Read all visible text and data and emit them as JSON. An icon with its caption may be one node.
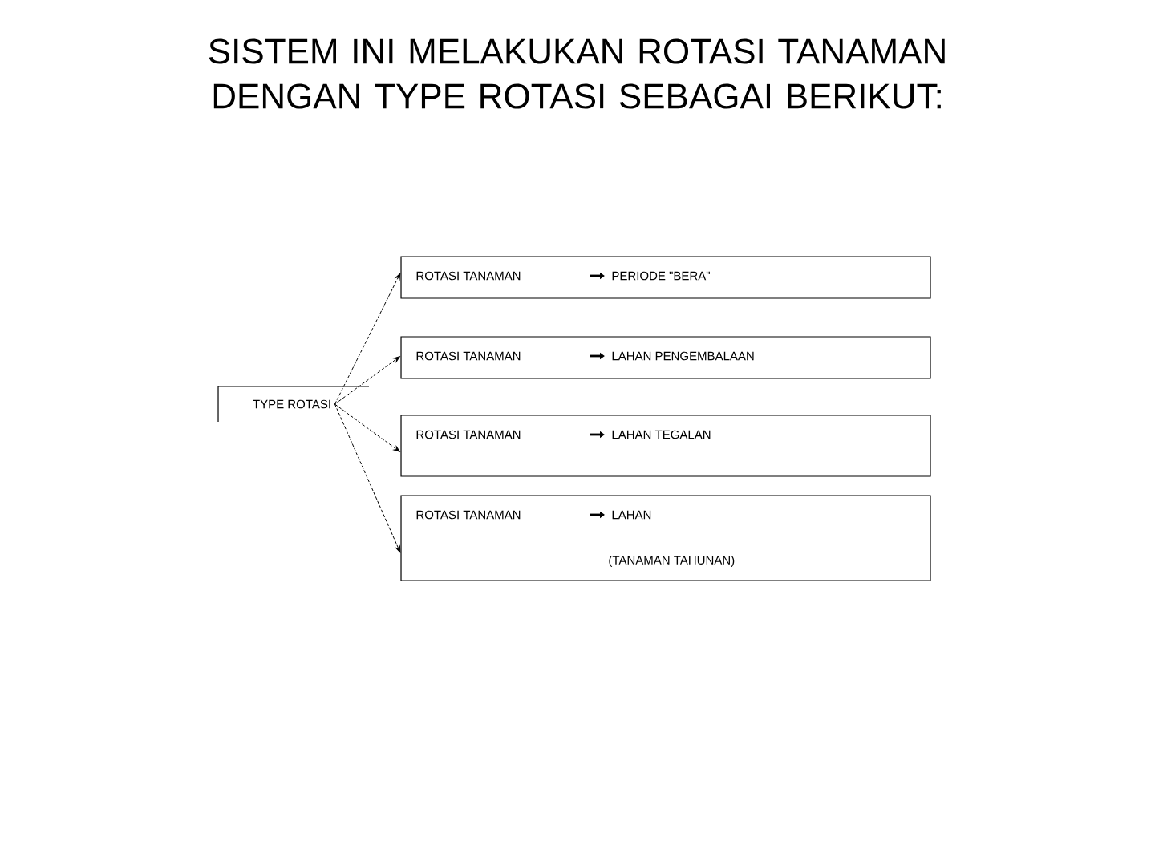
{
  "diagram": {
    "title": "SISTEM INI MELAKUKAN ROTASI TANAMAN DENGAN TYPE ROTASI SEBAGAI BERIKUT:",
    "nodes": [
      {
        "text": [
          "TYPE ROTASI"
        ]
      },
      {
        "text": [
          "ROTASI TANAMAN",
          "PERIODE \"BERA\""
        ]
      },
      {
        "text": [
          "ROTASI TANAMAN",
          "LAHAN PENGEMBALAAN"
        ]
      },
      {
        "text": [
          "ROTASI TANAMAN",
          "LAHAN TEGALAN"
        ]
      },
      {
        "text": [
          "ROTASI TANAMAN",
          "LAHAN",
          "(TANAMAN TAHUNAN)"
        ]
      }
    ],
    "edges": [
      {
        "from": 0,
        "to": 1,
        "arrow": "to",
        "style": "dashed"
      },
      {
        "from": 0,
        "to": 2,
        "arrow": "to",
        "style": "dashed"
      },
      {
        "from": 0,
        "to": 3,
        "arrow": "to",
        "style": "dashed"
      },
      {
        "from": 0,
        "to": 4,
        "arrow": "to",
        "style": "dashed"
      }
    ]
  }
}
